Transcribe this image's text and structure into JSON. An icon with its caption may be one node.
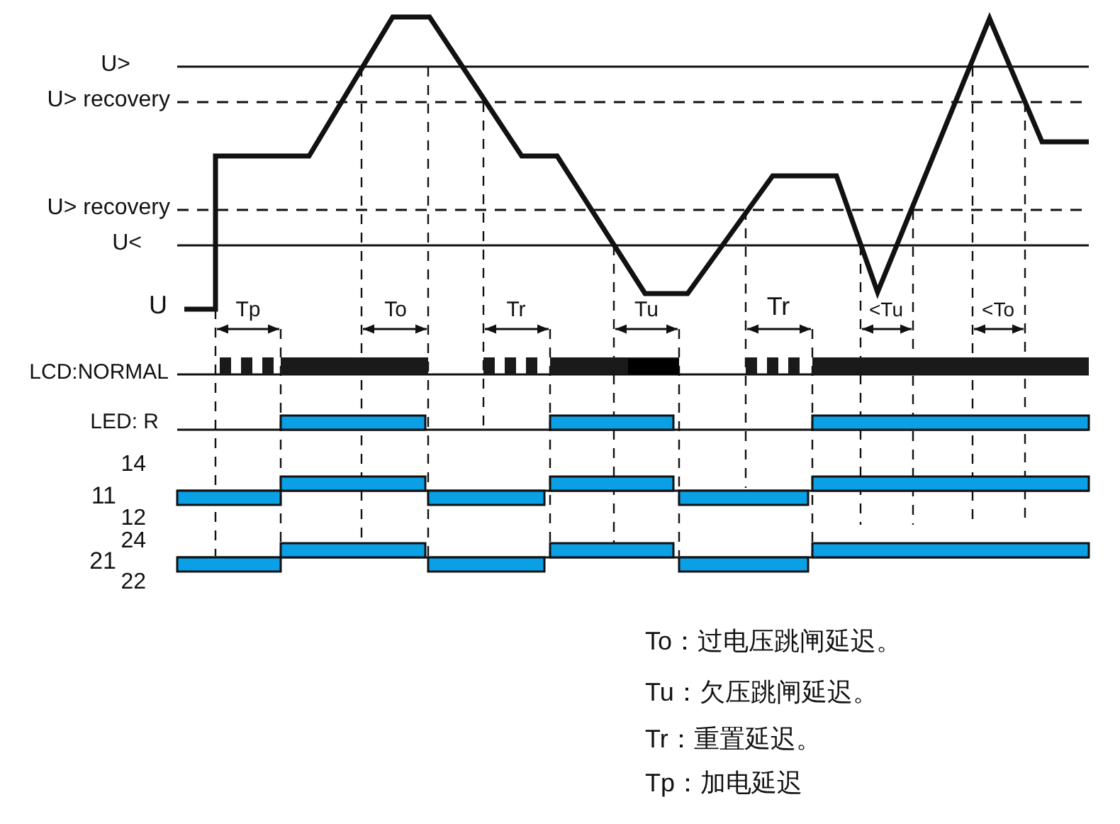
{
  "diagram": {
    "labels": [
      "U>",
      "U> recovery",
      "U> recovery",
      "U<",
      "U",
      "Tp",
      "To",
      "Tr",
      "Tu",
      "Tr",
      "<Tu",
      "<To",
      "LCD:NORMAL",
      "LED: R",
      "14",
      "11",
      "12",
      "24",
      "21",
      "22",
      "To：过电压跳闸延迟。",
      "Tu：欠压跳闸延迟。",
      "Tr：重置延迟。",
      "Tp：加电延迟"
    ]
  }
}
